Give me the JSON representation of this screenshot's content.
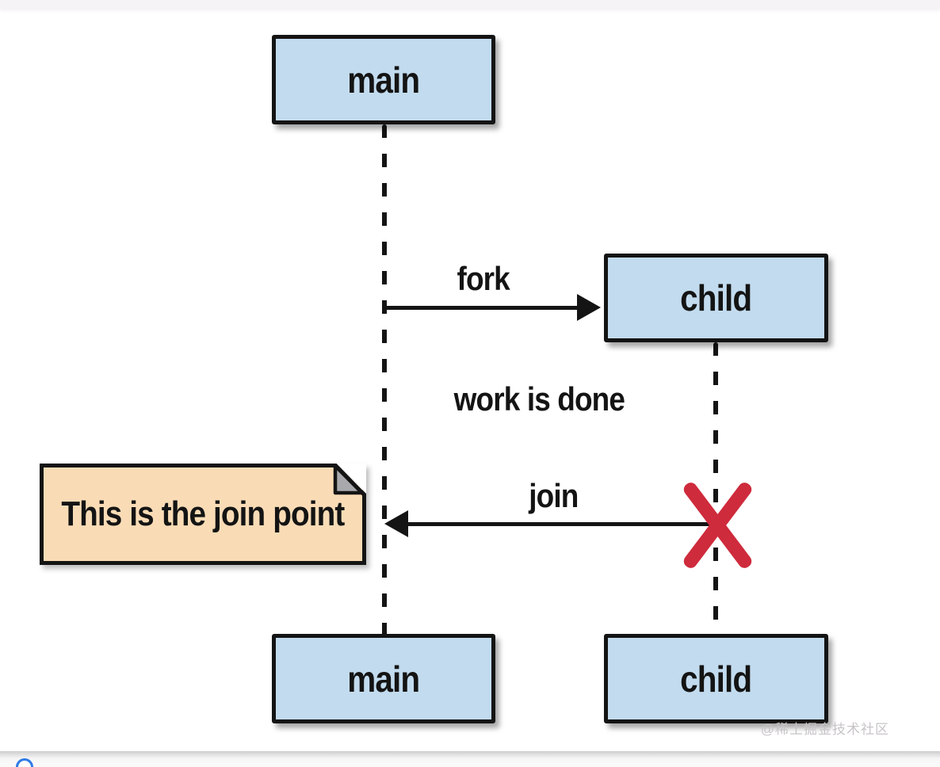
{
  "diagram": {
    "type": "sequence-diagram",
    "description": "Thread fork/join sequence: main forks child, child works, join returns to main",
    "top_boxes": [
      {
        "id": "main-top",
        "label": "main"
      },
      {
        "id": "child-top",
        "label": "child"
      }
    ],
    "bottom_boxes": [
      {
        "id": "main-bottom",
        "label": "main"
      },
      {
        "id": "child-bottom",
        "label": "child"
      }
    ],
    "messages": [
      {
        "label": "fork",
        "from": "main",
        "to": "child",
        "direction": "right"
      },
      {
        "label": "join",
        "from": "child",
        "to": "main",
        "direction": "left",
        "terminated_marker": "red-x"
      }
    ],
    "annotation": "work is done",
    "note": {
      "text": "This is the join point"
    },
    "colors": {
      "box_fill": "#c2dbee",
      "box_border": "#141414",
      "note_fill": "#f9dcb6",
      "fold_gray": "#a9a9ad",
      "x_red": "#ce2b3c",
      "line_black": "#141414",
      "watermark_gray": "#c7c4c7",
      "top_strip": "#f6f3f6",
      "blue_accent": "#2f7be5"
    }
  },
  "watermark": "@稀土掘金技术社区"
}
